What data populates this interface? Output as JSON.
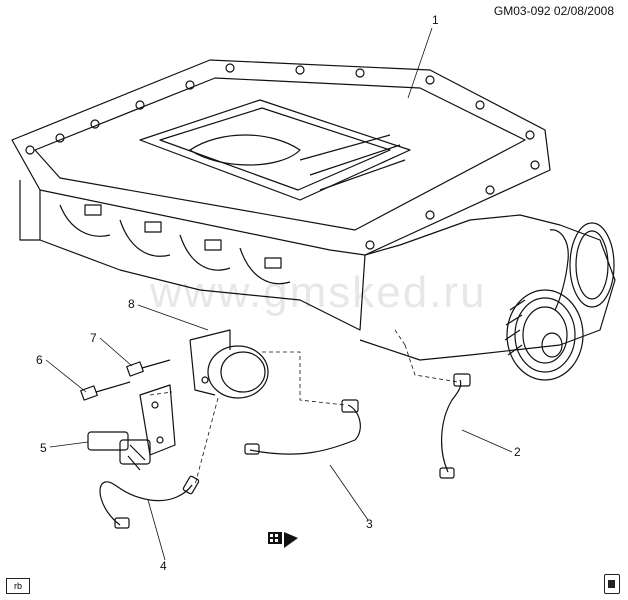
{
  "header": {
    "code": "GM03-092  02/08/2008"
  },
  "watermark": "www.gmsked.ru",
  "corner_tag": "rb",
  "callouts": [
    {
      "id": "1",
      "label": "1"
    },
    {
      "id": "2",
      "label": "2"
    },
    {
      "id": "3",
      "label": "3"
    },
    {
      "id": "4",
      "label": "4"
    },
    {
      "id": "5",
      "label": "5"
    },
    {
      "id": "6",
      "label": "6"
    },
    {
      "id": "7",
      "label": "7"
    },
    {
      "id": "8",
      "label": "8"
    }
  ],
  "icons": {
    "bottom_right": "manual-book-icon",
    "center_bottom": "connector-arrow-icon"
  }
}
